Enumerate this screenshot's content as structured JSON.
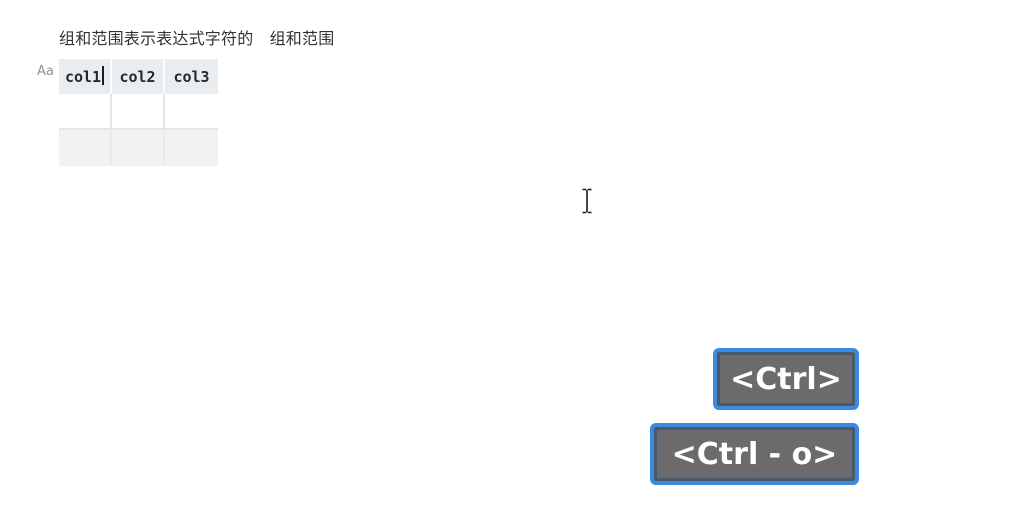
{
  "document": {
    "line_text": "组和范围表示表达式字符的　组和范围"
  },
  "editor": {
    "format_hint": "Aa"
  },
  "table": {
    "columns": [
      "col1",
      "col2",
      "col3"
    ],
    "caret_in_cell": "col1",
    "body_rows": [
      [
        "",
        "",
        ""
      ],
      [
        "",
        "",
        ""
      ]
    ]
  },
  "overlay": {
    "mouse_cursor": "i-beam",
    "keypresses": [
      {
        "label": "<Ctrl>"
      },
      {
        "label": "<Ctrl - o>"
      }
    ]
  },
  "colors": {
    "page_bg": "#ffffff",
    "text": "#2f3337",
    "table_header_bg": "#e9edef",
    "table_stripe_bg": "#f0f2f3",
    "table_grid_line": "#e3e5e7",
    "hint_text": "#8d9399",
    "badge_fill": "#6b6b6b",
    "badge_inner_border": "#4b5a6b",
    "badge_outer_border": "#3a8ae4",
    "badge_text": "#ffffff"
  }
}
